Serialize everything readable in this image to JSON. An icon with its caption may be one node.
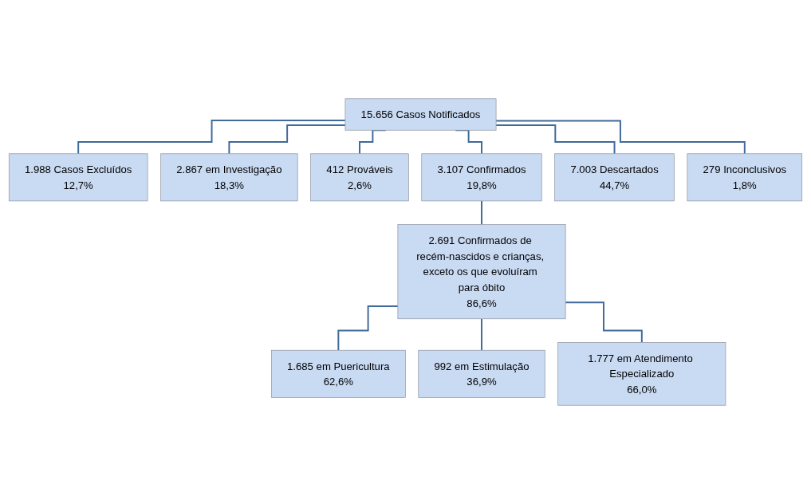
{
  "diagram": {
    "nodes": [
      {
        "text": [
          "15.656 Casos Notificados"
        ]
      },
      {
        "text": [
          "1.988 Casos Excluídos",
          "12,7%"
        ]
      },
      {
        "text": [
          "2.867 em Investigação",
          "18,3%"
        ]
      },
      {
        "text": [
          "412 Prováveis",
          "2,6%"
        ]
      },
      {
        "text": [
          "3.107 Confirmados",
          "19,8%"
        ]
      },
      {
        "text": [
          "7.003 Descartados",
          "44,7%"
        ]
      },
      {
        "text": [
          "279 Inconclusivos",
          "1,8%"
        ]
      },
      {
        "text": [
          "2.691 Confirmados de recém-nascidos e crianças, exceto os que evoluíram para óbito",
          "86,6%"
        ]
      },
      {
        "text": [
          "1.685 em Puericultura",
          "62,6%"
        ]
      },
      {
        "text": [
          "992 em Estimulação",
          "36,9%"
        ]
      },
      {
        "text": [
          "1.777 em Atendimento Especializado",
          "66,0%"
        ]
      }
    ],
    "edges": [
      {
        "from": 0,
        "to": 1,
        "arrow": "none"
      },
      {
        "from": 0,
        "to": 2,
        "arrow": "none"
      },
      {
        "from": 0,
        "to": 3,
        "arrow": "none"
      },
      {
        "from": 0,
        "to": 4,
        "arrow": "none"
      },
      {
        "from": 0,
        "to": 5,
        "arrow": "none"
      },
      {
        "from": 0,
        "to": 6,
        "arrow": "none"
      },
      {
        "from": 4,
        "to": 7,
        "arrow": "none"
      },
      {
        "from": 7,
        "to": 8,
        "arrow": "none"
      },
      {
        "from": 7,
        "to": 9,
        "arrow": "none"
      },
      {
        "from": 7,
        "to": 10,
        "arrow": "none"
      }
    ]
  }
}
